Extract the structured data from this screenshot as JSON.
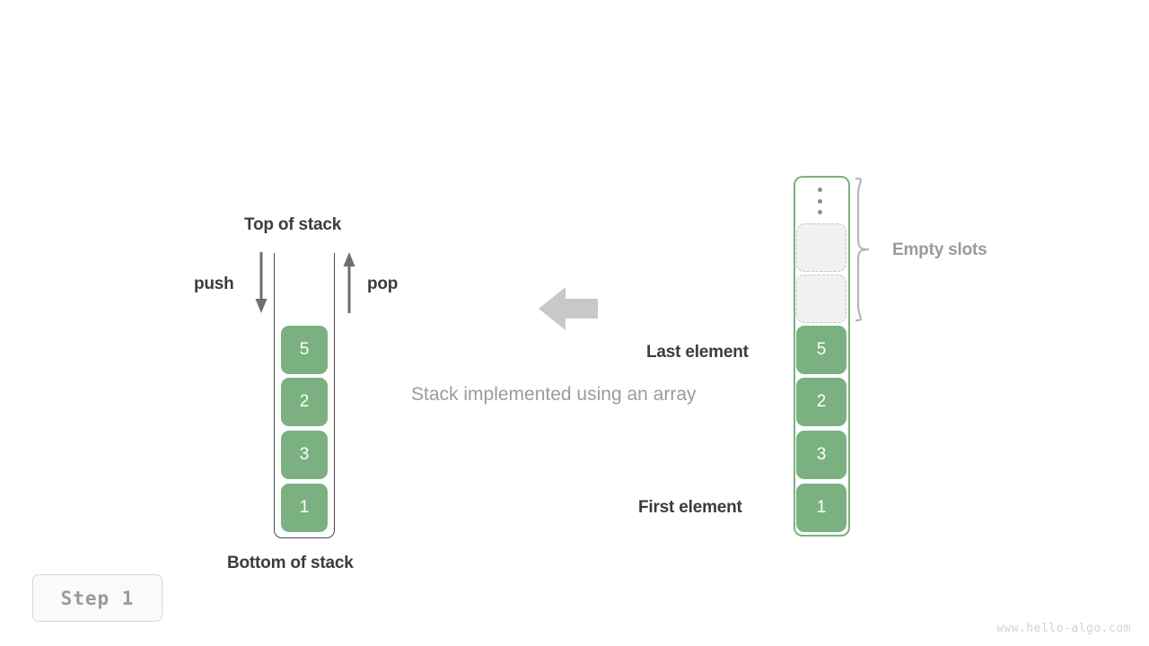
{
  "diagram": {
    "caption": "Stack implemented using an array",
    "step_label": "Step 1",
    "watermark": "www.hello-algo.com",
    "accent_green": "#7bb180",
    "text_dark": "#3c3c3c",
    "text_gray": "#9a9a9a"
  },
  "left_stack": {
    "top_label": "Top of stack",
    "bottom_label": "Bottom of stack",
    "push_label": "push",
    "pop_label": "pop",
    "push_icon": "arrow-down-icon",
    "pop_icon": "arrow-up-icon",
    "cells": [
      {
        "value": "5"
      },
      {
        "value": "2"
      },
      {
        "value": "3"
      },
      {
        "value": "1"
      }
    ]
  },
  "center": {
    "arrow_icon": "arrow-left-icon"
  },
  "right_array": {
    "last_element_label": "Last element",
    "first_element_label": "First element",
    "empty_slots_label": "Empty slots",
    "ellipsis_icon": "vertical-ellipsis-icon",
    "brace_icon": "curly-brace-icon",
    "empty_cells": [
      {
        "value": ""
      },
      {
        "value": ""
      }
    ],
    "filled_cells": [
      {
        "value": "5"
      },
      {
        "value": "2"
      },
      {
        "value": "3"
      },
      {
        "value": "1"
      }
    ]
  }
}
